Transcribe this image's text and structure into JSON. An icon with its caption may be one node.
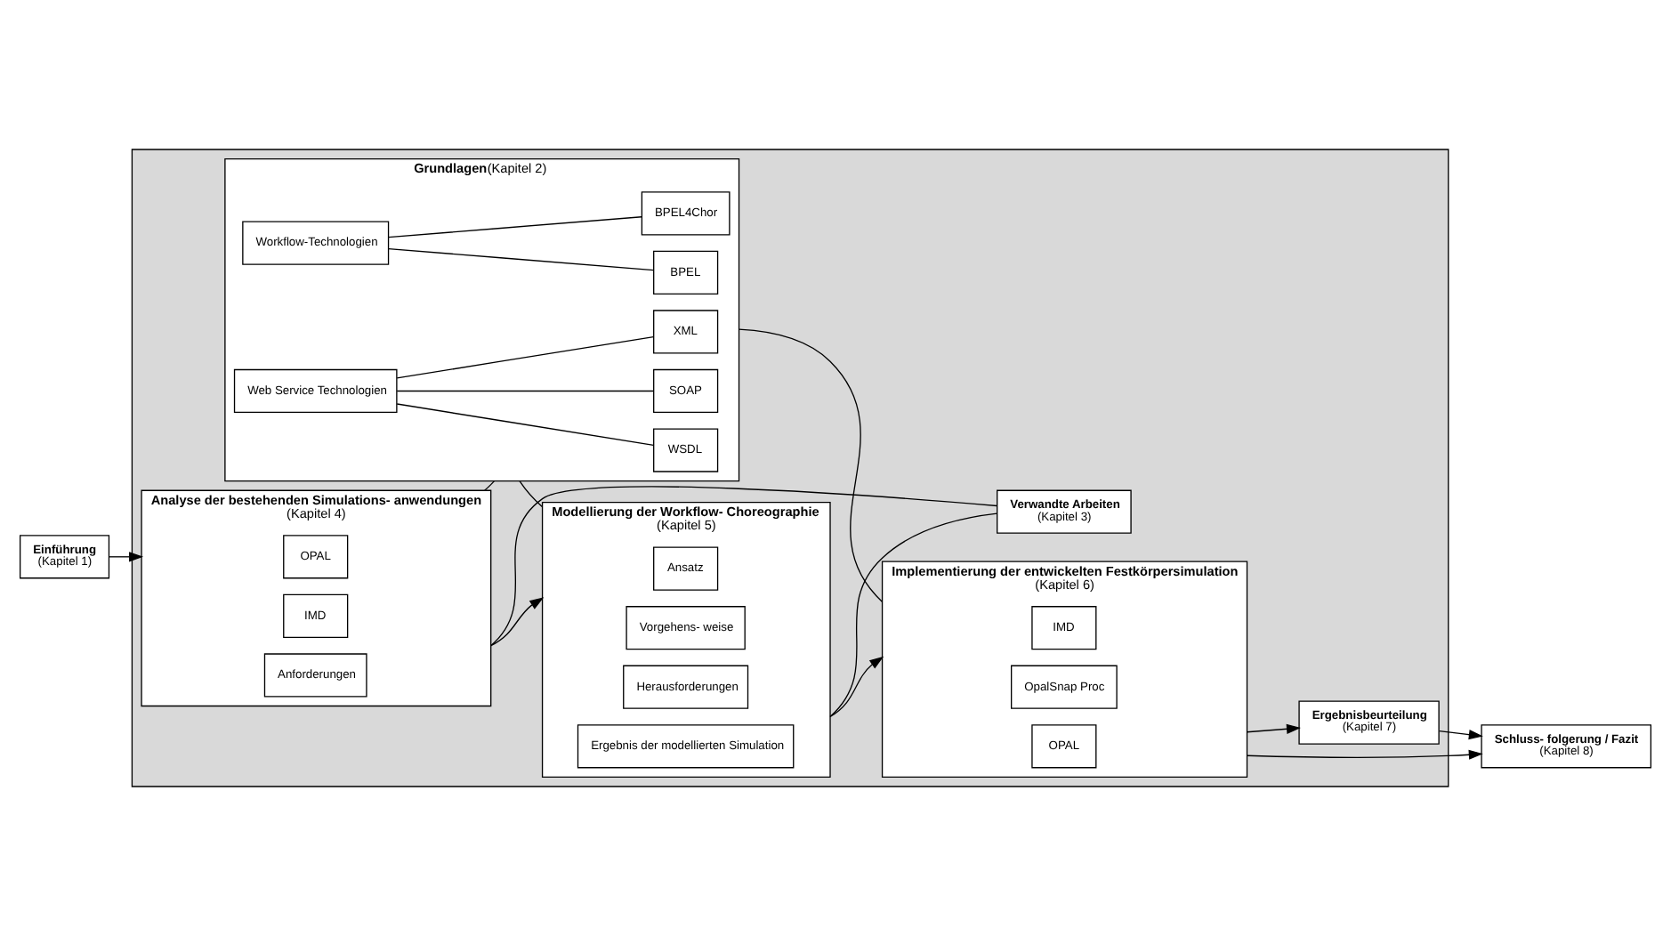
{
  "diagram": {
    "nodes": [
      {
        "text": [],
        "shape": "box"
      },
      {
        "text": [
          "Grundlagen",
          "(Kapitel 2)"
        ],
        "in": 0
      },
      {
        "text": [
          "Workflow-Technologien"
        ],
        "in": 1
      },
      {
        "text": [
          "Web Service Technologien"
        ],
        "in": 1
      },
      {
        "text": [
          "BPEL"
        ],
        "in": 1
      },
      {
        "text": [
          "BPEL4Chor"
        ],
        "in": 1
      },
      {
        "text": [
          "WSDL"
        ],
        "in": 1
      },
      {
        "text": [
          "SOAP"
        ],
        "in": 1
      },
      {
        "text": [
          "XML"
        ],
        "in": 1
      },
      {
        "text": [
          "Einführung",
          "(Kapitel 1)"
        ]
      },
      {
        "text": [
          "Analyse der bestehenden Simulations- anwendungen",
          "(Kapitel 4)"
        ],
        "in": 0
      },
      {
        "text": [
          "OPAL"
        ],
        "in": 10
      },
      {
        "text": [
          "IMD"
        ],
        "in": 10
      },
      {
        "text": [
          "Anforderungen"
        ],
        "in": 10
      },
      {
        "text": [
          "Modellierung der Workflow- Choreographie",
          "(Kapitel 5)"
        ],
        "in": 0
      },
      {
        "text": [
          "Ansatz"
        ],
        "in": 14
      },
      {
        "text": [
          "Vorgehens- weise"
        ],
        "in": 14
      },
      {
        "text": [
          "Herausforderungen"
        ],
        "in": 14
      },
      {
        "text": [
          "Ergebnis der modellierten Simulation"
        ],
        "in": 14
      },
      {
        "text": [
          "Implementierung der entwickelten Festkörpersimulation",
          "(Kapitel 6)"
        ],
        "in": 0
      },
      {
        "text": [
          "IMD"
        ],
        "in": 19
      },
      {
        "text": [
          "OpalSnap Proc"
        ],
        "in": 19
      },
      {
        "text": [
          "OPAL"
        ],
        "in": 19
      },
      {
        "text": [
          "Verwandte Arbeiten",
          "(Kapitel 3)"
        ],
        "in": 0
      },
      {
        "text": [
          "Ergebnisbeurteilung",
          "(Kapitel 7)"
        ],
        "in": 0
      },
      {
        "text": [
          "Schluss- folgerung / Fazit",
          "(Kapitel 8)"
        ]
      }
    ],
    "edges": [
      {
        "from": 2,
        "to": 4,
        "arrow": "none"
      },
      {
        "from": 2,
        "to": 5,
        "arrow": "none"
      },
      {
        "from": 3,
        "to": 6,
        "arrow": "none"
      },
      {
        "from": 3,
        "to": 7,
        "arrow": "none"
      },
      {
        "from": 3,
        "to": 8,
        "arrow": "none"
      },
      {
        "from": 1,
        "to": 10,
        "arrow": "none"
      },
      {
        "from": 1,
        "to": 14,
        "arrow": "none"
      },
      {
        "from": 1,
        "to": 19,
        "arrow": "none"
      },
      {
        "from": 9,
        "to": 10,
        "arrow": "to"
      },
      {
        "from": 10,
        "to": 14,
        "arrow": "to"
      },
      {
        "from": 14,
        "to": 19,
        "arrow": "to"
      },
      {
        "from": 19,
        "to": 25,
        "arrow": "to"
      },
      {
        "from": 10,
        "to": 23,
        "arrow": "none"
      },
      {
        "from": 14,
        "to": 23,
        "arrow": "none"
      },
      {
        "from": 19,
        "to": 24,
        "arrow": "to"
      },
      {
        "from": 24,
        "to": 25,
        "arrow": "to"
      }
    ]
  }
}
